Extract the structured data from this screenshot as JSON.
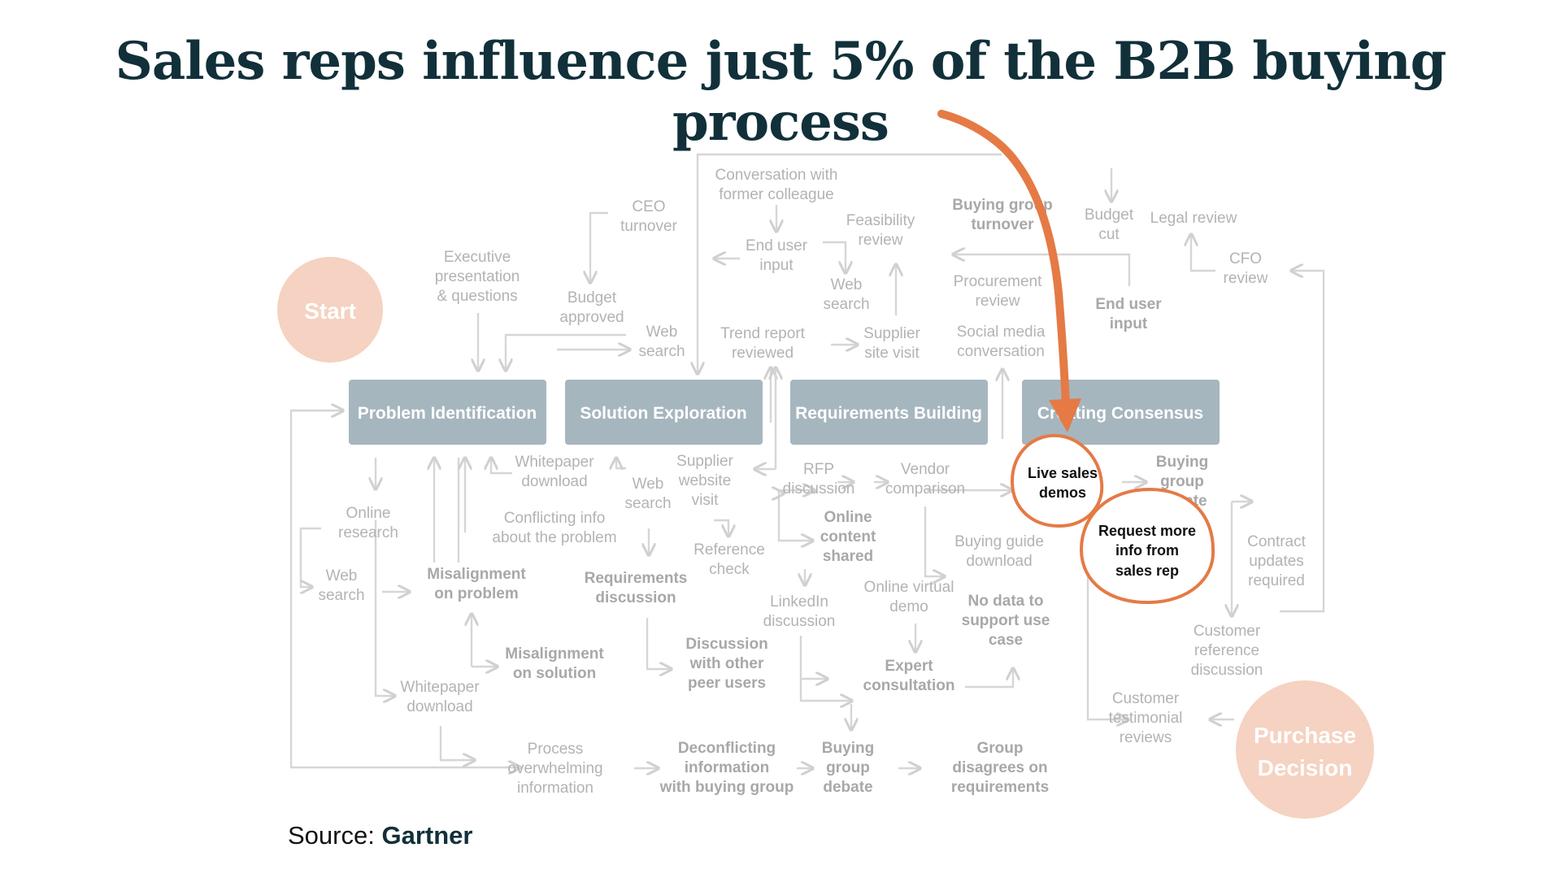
{
  "title": "Sales reps influence just 5% of the B2B buying process",
  "source": {
    "prefix": "Source:",
    "name": "Gartner"
  },
  "colors": {
    "title": "#11303a",
    "stage": "#a6b6be",
    "accent": "#e57a45",
    "circle": "#f5d2c1",
    "muted": "#b3b3b3"
  },
  "start_label": "Start",
  "end_label": [
    "Purchase",
    "Decision"
  ],
  "stages": [
    "Problem Identification",
    "Solution Exploration",
    "Requirements Building",
    "Creating Consensus"
  ],
  "highlights": {
    "live_demos": [
      "Live sales",
      "demos"
    ],
    "request_info": [
      "Request more",
      "info from",
      "sales rep"
    ]
  },
  "labels": {
    "exec_presentation": [
      "Executive",
      "presentation",
      "& questions"
    ],
    "ceo_turnover": [
      "CEO",
      "turnover"
    ],
    "budget_approved": [
      "Budget",
      "approved"
    ],
    "web_search_top": [
      "Web",
      "search"
    ],
    "conv_colleague": [
      "Conversation with",
      "former colleague"
    ],
    "end_user_input_top": [
      "End user",
      "input"
    ],
    "feasibility_review": [
      "Feasibility",
      "review"
    ],
    "web_search_mid": [
      "Web",
      "search"
    ],
    "trend_report": [
      "Trend report",
      "reviewed"
    ],
    "supplier_site_visit": [
      "Supplier",
      "site visit"
    ],
    "buying_group_turnover": [
      "Buying group",
      "turnover"
    ],
    "procurement_review": [
      "Procurement",
      "review"
    ],
    "social_media": [
      "Social media",
      "conversation"
    ],
    "budget_cut": [
      "Budget",
      "cut"
    ],
    "end_user_input_right": [
      "End user",
      "input"
    ],
    "legal_review": [
      "Legal review"
    ],
    "cfo_review": [
      "CFO",
      "review"
    ],
    "online_research": [
      "Online",
      "research"
    ],
    "web_search_left": [
      "Web",
      "search"
    ],
    "whitepaper_dl_left": [
      "Whitepaper",
      "download"
    ],
    "whitepaper_dl_mid": [
      "Whitepaper",
      "download"
    ],
    "conflicting_info": [
      "Conflicting info",
      "about the problem"
    ],
    "misalignment_problem": [
      "Misalignment",
      "on problem"
    ],
    "misalignment_solution": [
      "Misalignment",
      "on solution"
    ],
    "web_search_b": [
      "Web",
      "search"
    ],
    "supplier_website": [
      "Supplier",
      "website",
      "visit"
    ],
    "requirements_discussion": [
      "Requirements",
      "discussion"
    ],
    "reference_check": [
      "Reference",
      "check"
    ],
    "discussion_peers": [
      "Discussion",
      "with other",
      "peer users"
    ],
    "rfp_discussion": [
      "RFP",
      "discussion"
    ],
    "online_content": [
      "Online",
      "content",
      "shared"
    ],
    "linkedin": [
      "LinkedIn",
      "discussion"
    ],
    "vendor_comparison": [
      "Vendor",
      "comparison"
    ],
    "online_virtual_demo": [
      "Online virtual",
      "demo"
    ],
    "expert_consultation": [
      "Expert",
      "consultation"
    ],
    "buying_guide": [
      "Buying guide",
      "download"
    ],
    "no_data": [
      "No data to",
      "support use",
      "case"
    ],
    "buying_group_debate_right": [
      "Buying",
      "group",
      "debate"
    ],
    "contract_updates": [
      "Contract",
      "updates",
      "required"
    ],
    "customer_reference": [
      "Customer",
      "reference",
      "discussion"
    ],
    "customer_testimonial": [
      "Customer",
      "testimonial",
      "reviews"
    ],
    "process_overwhelming": [
      "Process",
      "overwhelming",
      "information"
    ],
    "deconflicting": [
      "Deconflicting",
      "information",
      "with buying group"
    ],
    "buying_group_debate_bottom": [
      "Buying",
      "group",
      "debate"
    ],
    "group_disagrees": [
      "Group",
      "disagrees on",
      "requirements"
    ]
  }
}
